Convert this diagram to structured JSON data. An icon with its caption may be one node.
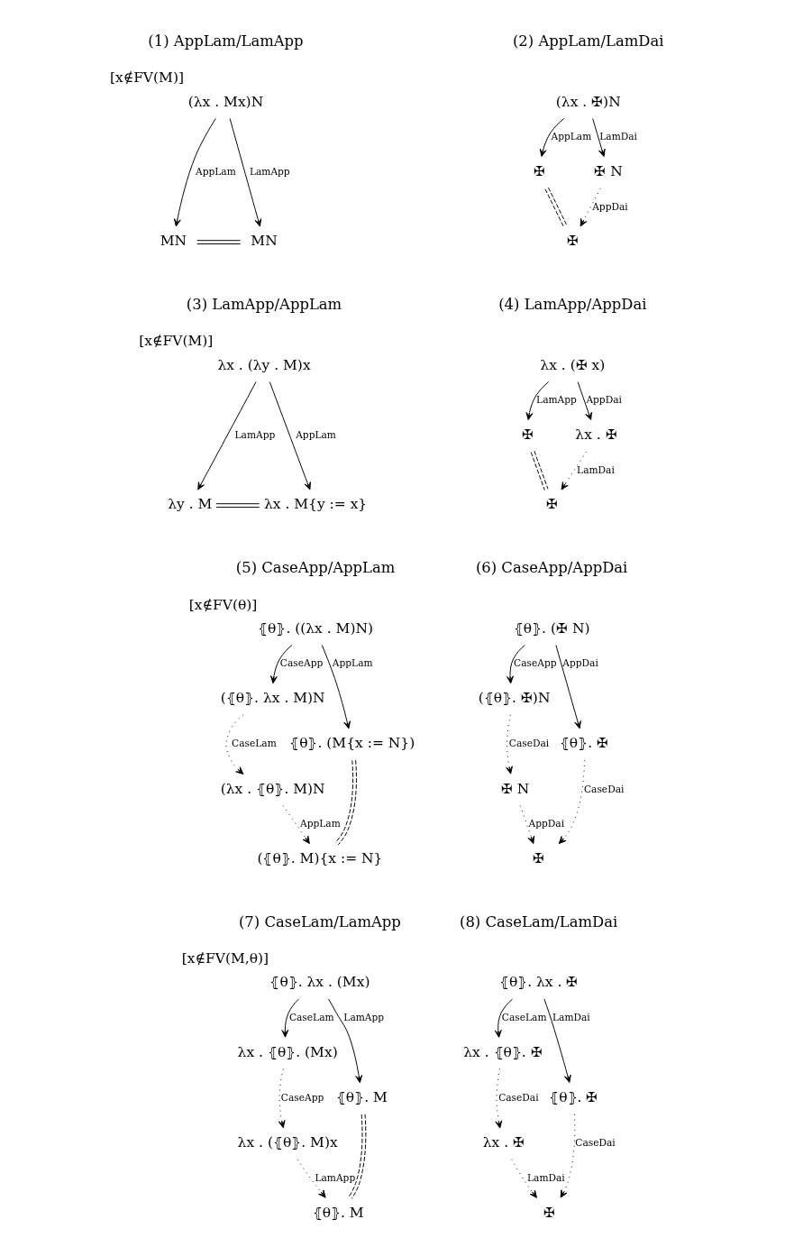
{
  "diagram": {
    "nodes": [
      {
        "text": [
          "(λx . Mx)N"
        ],
        "beside": [
          "[x∉FV(M)]"
        ]
      },
      {
        "text": [
          "MN"
        ]
      },
      {
        "text": [
          "MN"
        ]
      },
      {
        "text": [
          "(λx . ✠)N"
        ]
      },
      {
        "text": [
          "✠"
        ]
      },
      {
        "text": [
          "✠ N"
        ]
      },
      {
        "text": [
          "✠"
        ]
      },
      {
        "text": [
          "λx . (λy . M)x"
        ],
        "beside": [
          "[x∉FV(M)]"
        ]
      },
      {
        "text": [
          "λy . M"
        ]
      },
      {
        "text": [
          "λx . M{y := x}"
        ]
      },
      {
        "text": [
          "λx . (✠ x)"
        ]
      },
      {
        "text": [
          "✠"
        ]
      },
      {
        "text": [
          "λx . ✠"
        ]
      },
      {
        "text": [
          "✠"
        ]
      },
      {
        "text": [
          "⦃θ⦄. ((λx . M)N)"
        ],
        "beside": [
          "[x∉FV(θ)]"
        ]
      },
      {
        "text": [
          "(⦃θ⦄. λx . M)N"
        ]
      },
      {
        "text": [
          "⦃θ⦄. (M{x := N})"
        ]
      },
      {
        "text": [
          "(λx . ⦃θ⦄. M)N"
        ]
      },
      {
        "text": [
          "(⦃θ⦄. M){x := N}"
        ]
      },
      {
        "text": [
          "⦃θ⦄. (✠ N)"
        ]
      },
      {
        "text": [
          "(⦃θ⦄. ✠)N"
        ]
      },
      {
        "text": [
          "⦃θ⦄. ✠"
        ]
      },
      {
        "text": [
          "✠ N"
        ]
      },
      {
        "text": [
          "✠"
        ]
      },
      {
        "text": [
          "⦃θ⦄. λx . (Mx)"
        ],
        "beside": [
          "[x∉FV(M,θ)]"
        ]
      },
      {
        "text": [
          "λx . ⦃θ⦄. (Mx)"
        ]
      },
      {
        "text": [
          "⦃θ⦄. M"
        ]
      },
      {
        "text": [
          "λx . (⦃θ⦄. M)x"
        ]
      },
      {
        "text": [
          "⦃θ⦄. M"
        ]
      },
      {
        "text": [
          "⦃θ⦄. λx . ✠"
        ]
      },
      {
        "text": [
          "λx . ⦃θ⦄. ✠"
        ]
      },
      {
        "text": [
          "⦃θ⦄. ✠"
        ]
      },
      {
        "text": [
          "λx . ✠"
        ]
      },
      {
        "text": [
          "✠"
        ]
      }
    ],
    "edges": [
      {
        "from": 0,
        "to": 1,
        "arrow": "to",
        "label": "AppLam"
      },
      {
        "from": 0,
        "to": 2,
        "arrow": "to",
        "label": "LamApp"
      },
      {
        "from": 1,
        "to": 2,
        "arrow": "none"
      },
      {
        "from": 3,
        "to": 4,
        "arrow": "to",
        "label": "AppLam"
      },
      {
        "from": 3,
        "to": 5,
        "arrow": "to",
        "label": "LamDai"
      },
      {
        "from": 4,
        "to": 6,
        "arrow": "none",
        "style": "dashed"
      },
      {
        "from": 5,
        "to": 6,
        "arrow": "to",
        "label": "AppDai",
        "style": "dashed"
      },
      {
        "from": 7,
        "to": 8,
        "arrow": "to",
        "label": "LamApp"
      },
      {
        "from": 7,
        "to": 9,
        "arrow": "to",
        "label": "AppLam"
      },
      {
        "from": 8,
        "to": 9,
        "arrow": "none"
      },
      {
        "from": 10,
        "to": 11,
        "arrow": "to",
        "label": "LamApp"
      },
      {
        "from": 10,
        "to": 12,
        "arrow": "to",
        "label": "AppDai"
      },
      {
        "from": 11,
        "to": 13,
        "arrow": "none",
        "style": "dashed"
      },
      {
        "from": 12,
        "to": 13,
        "arrow": "to",
        "label": "LamDai",
        "style": "dashed"
      },
      {
        "from": 14,
        "to": 15,
        "arrow": "to",
        "label": "CaseApp"
      },
      {
        "from": 14,
        "to": 16,
        "arrow": "to",
        "label": "AppLam"
      },
      {
        "from": 15,
        "to": 17,
        "arrow": "to",
        "label": "CaseLam",
        "style": "dashed"
      },
      {
        "from": 17,
        "to": 18,
        "arrow": "to",
        "label": "AppLam",
        "style": "dashed"
      },
      {
        "from": 16,
        "to": 18,
        "arrow": "none",
        "style": "dashed"
      },
      {
        "from": 19,
        "to": 20,
        "arrow": "to",
        "label": "CaseApp"
      },
      {
        "from": 19,
        "to": 21,
        "arrow": "to",
        "label": "AppDai"
      },
      {
        "from": 20,
        "to": 22,
        "arrow": "to",
        "label": "CaseDai",
        "style": "dashed"
      },
      {
        "from": 21,
        "to": 23,
        "arrow": "to",
        "label": "CaseDai",
        "style": "dashed"
      },
      {
        "from": 22,
        "to": 23,
        "arrow": "to",
        "label": "AppDai",
        "style": "dashed"
      },
      {
        "from": 24,
        "to": 25,
        "arrow": "to",
        "label": "CaseLam"
      },
      {
        "from": 24,
        "to": 26,
        "arrow": "to",
        "label": "LamApp"
      },
      {
        "from": 25,
        "to": 27,
        "arrow": "to",
        "label": "CaseApp",
        "style": "dashed"
      },
      {
        "from": 27,
        "to": 28,
        "arrow": "to",
        "label": "LamApp",
        "style": "dashed"
      },
      {
        "from": 26,
        "to": 28,
        "arrow": "none",
        "style": "dashed"
      },
      {
        "from": 29,
        "to": 30,
        "arrow": "to",
        "label": "CaseLam"
      },
      {
        "from": 29,
        "to": 31,
        "arrow": "to",
        "label": "LamDai"
      },
      {
        "from": 30,
        "to": 32,
        "arrow": "to",
        "label": "CaseDai",
        "style": "dashed"
      },
      {
        "from": 31,
        "to": 33,
        "arrow": "to",
        "label": "CaseDai",
        "style": "dashed"
      },
      {
        "from": 32,
        "to": 33,
        "arrow": "to",
        "label": "LamDai",
        "style": "dashed"
      }
    ],
    "labels": [
      "(1) AppLam/LamApp",
      "(2) AppLam/LamDai",
      "(3) LamApp/AppLam",
      "(4) LamApp/AppDai",
      "(5) CaseApp/AppLam",
      "(6) CaseApp/AppDai",
      "(7) CaseLam/LamApp",
      "(8) CaseLam/LamDai"
    ]
  }
}
